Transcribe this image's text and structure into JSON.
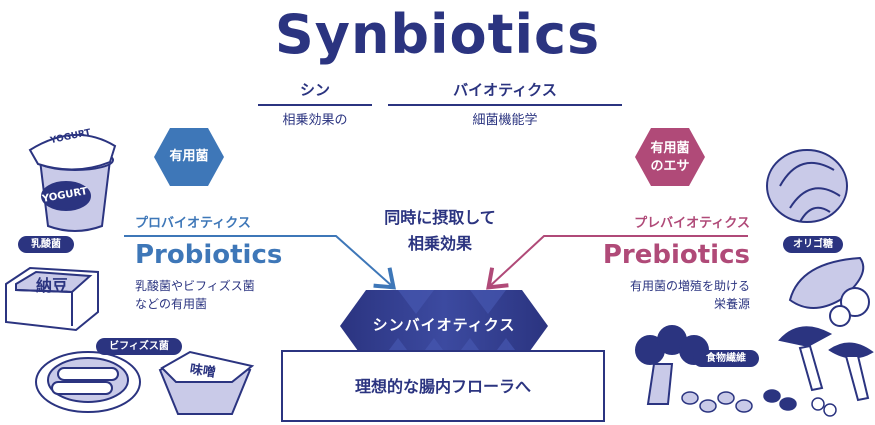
{
  "title": "Synbiotics",
  "etymology": {
    "syn": {
      "kana": "シン",
      "meaning": "相乗効果の"
    },
    "biotics": {
      "kana": "バイオティクス",
      "meaning": "細菌機能学"
    }
  },
  "probiotics": {
    "hex_label": "有用菌",
    "kana": "プロバイオティクス",
    "name": "Probiotics",
    "desc_line1": "乳酸菌やビフィズス菌",
    "desc_line2": "などの有用菌"
  },
  "prebiotics": {
    "hex_label_line1": "有用菌",
    "hex_label_line2": "のエサ",
    "kana": "プレバイオティクス",
    "name": "Prebiotics",
    "desc_line1": "有用菌の増殖を助ける",
    "desc_line2": "栄養源"
  },
  "center": {
    "line1": "同時に摂取して",
    "line2": "相乗効果"
  },
  "synbiotics_band": "シンバイオティクス",
  "result": "理想的な腸内フローラへ",
  "left_labels": {
    "lactic": "乳酸菌",
    "bifidus": "ビフィズス菌"
  },
  "right_labels": {
    "oligo": "オリゴ糖",
    "fiber": "食物繊維"
  },
  "illustration_text": {
    "yogurt_lid": "YOGURT",
    "yogurt_cup": "YOGURT",
    "natto": "納豆",
    "miso": "味噌"
  },
  "colors": {
    "navy": "#2b3480",
    "blue": "#3e77b8",
    "pink": "#b04a78",
    "lavender": "#c9cae8"
  }
}
